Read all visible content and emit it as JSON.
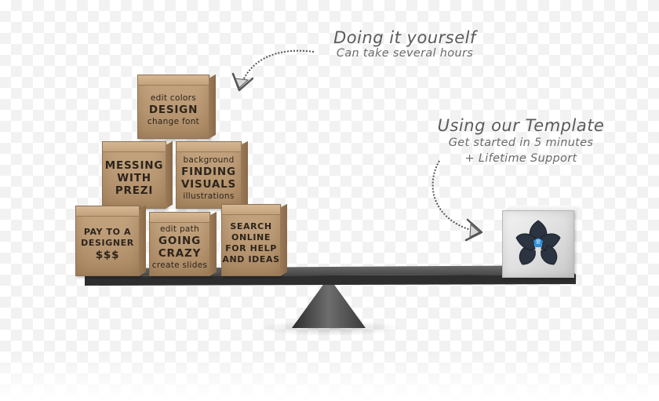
{
  "left_caption": {
    "heading": "Doing it yourself",
    "subheading": "Can take several hours"
  },
  "right_caption": {
    "heading": "Using our Template",
    "line1": "Get started in 5 minutes",
    "line2": "+ Lifetime Support"
  },
  "boxes": {
    "design": {
      "top": "edit colors",
      "main": "DESIGN",
      "bottom": "change font"
    },
    "messing": {
      "l1": "MESSING",
      "l2": "WITH",
      "l3": "PREZI"
    },
    "visuals": {
      "top": "background",
      "l1": "FINDING",
      "l2": "VISUALS",
      "bottom": "illustrations"
    },
    "designer": {
      "l1": "PAY TO A",
      "l2": "DESIGNER",
      "l3": "$$$"
    },
    "crazy": {
      "top": "edit path",
      "l1": "GOING",
      "l2": "CRAZY",
      "bottom": "create slides"
    },
    "search": {
      "l1": "SEARCH",
      "l2": "ONLINE",
      "l3": "FOR HELP",
      "l4": "AND IDEAS"
    }
  },
  "colors": {
    "cardboard": "#b99873",
    "plank": "#3f3f3f",
    "logo_blue": "#2f8fd6",
    "logo_dark": "#2b3440"
  },
  "icons": [
    "curved-arrow-icon",
    "template-logo-icon"
  ]
}
